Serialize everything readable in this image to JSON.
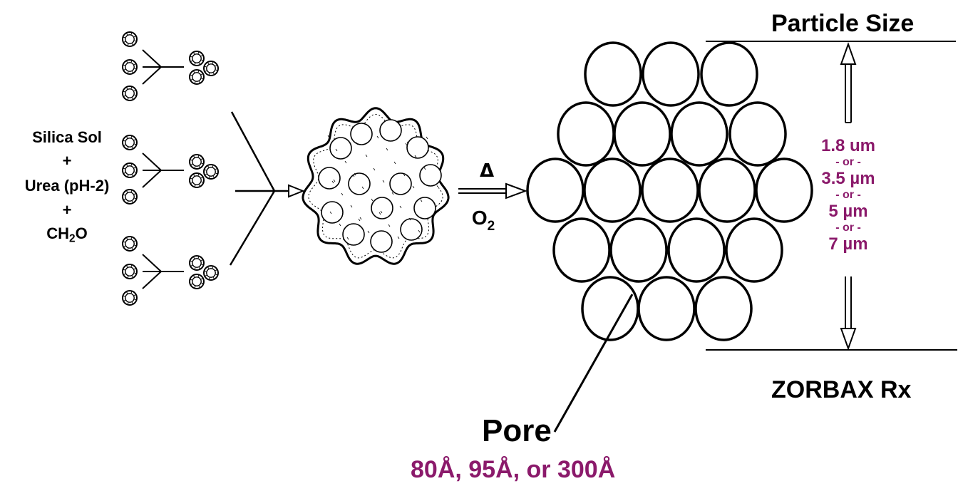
{
  "reactants": {
    "line1": "Silica Sol",
    "plus1": "+",
    "line2": "Urea (pH-2)",
    "plus2": "+",
    "line3_main": "CH",
    "line3_sub": "2",
    "line3_end": "O"
  },
  "reaction": {
    "heat_symbol": "Δ",
    "condition_main": "O",
    "condition_sub": "2"
  },
  "particle_size": {
    "heading": "Particle Size",
    "options": [
      "1.8 um",
      "3.5 µm",
      "5 µm",
      "7 µm"
    ],
    "separator": "- or -"
  },
  "product_name": "ZORBAX Rx",
  "pore": {
    "label": "Pore",
    "sizes": "80Å, 95Å, or 300Å"
  },
  "colors": {
    "accent": "#8b1a6b",
    "line": "#000000"
  }
}
